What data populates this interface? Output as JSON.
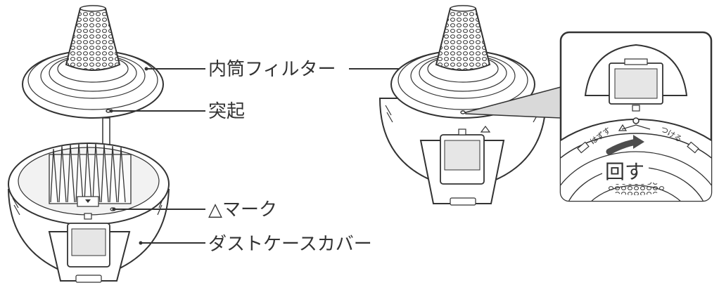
{
  "labels": {
    "inner_filter": "内筒フィルター",
    "protrusion": "突起",
    "triangle_mark": "△マーク",
    "dust_case_cover": "ダストケースカバー"
  },
  "zoom": {
    "remove_text": "はずす",
    "attach_text": "つける",
    "rotate_label": "回す"
  },
  "colors": {
    "line": "#333333",
    "fill": "#ffffff",
    "shade": "#d9d9d9",
    "dark": "#4d4d4d"
  }
}
